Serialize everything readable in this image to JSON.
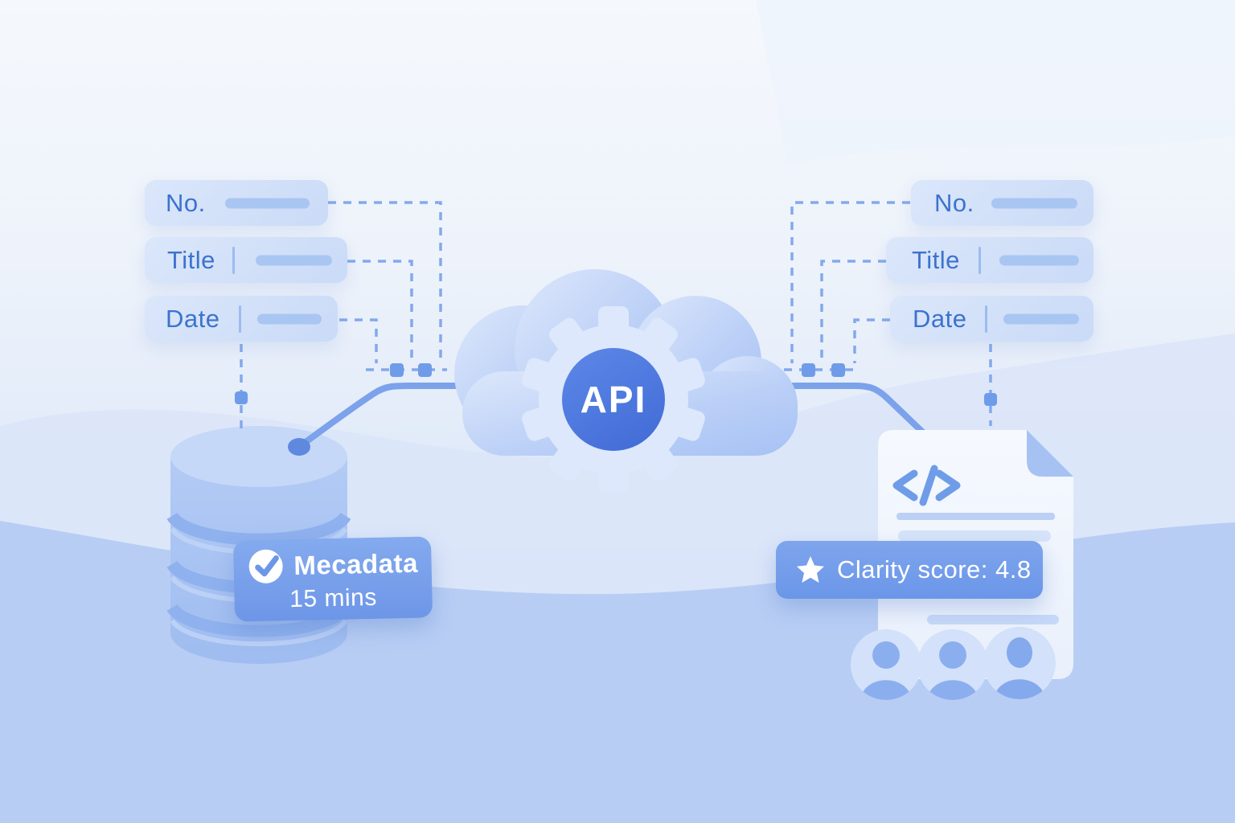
{
  "api": {
    "label": "API"
  },
  "left_fields": [
    {
      "label": "No."
    },
    {
      "label": "Title"
    },
    {
      "label": "Date"
    }
  ],
  "right_fields": [
    {
      "label": "No."
    },
    {
      "label": "Title"
    },
    {
      "label": "Date"
    }
  ],
  "metadata_badge": {
    "icon": "check-circle-icon",
    "line1": "Mecadata",
    "line2": "15 mins"
  },
  "clarity_badge": {
    "icon": "star-icon",
    "label": "Clarity score: 4.8"
  },
  "icons": {
    "center": "gear-in-cloud",
    "left": "database-cylinder",
    "right": "code-document",
    "avatars": "three-person-avatars",
    "code_glyph": "</>"
  },
  "colors": {
    "api_circle": "#4a79e0",
    "badge_blue": "#7aa2ec",
    "field_label_text": "#3c73cd",
    "dashed_connector": "#83a9ec",
    "solid_pipe": "#7ba2ea",
    "cloud": "#b8cdf6",
    "background_bottom": "#b7cdf4",
    "document": "#f2f7fe"
  }
}
